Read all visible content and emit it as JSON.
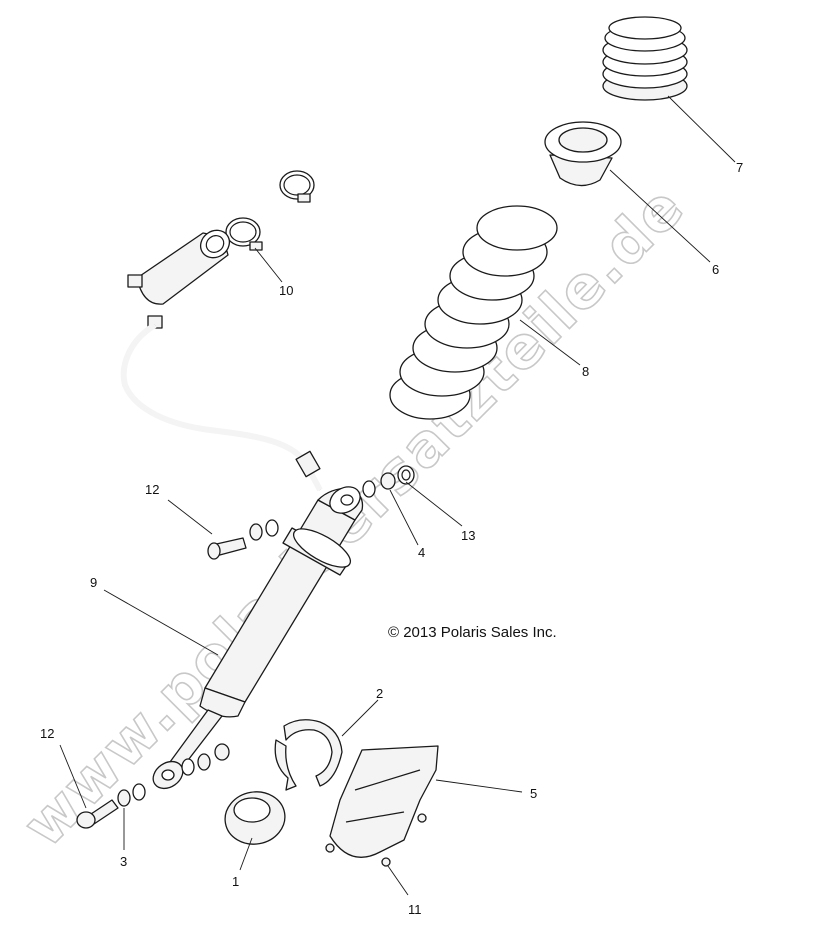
{
  "copyright": "© 2013 Polaris Sales Inc.",
  "watermark": "www.polarisersatzteile.de",
  "callouts": {
    "c1": "1",
    "c2": "2",
    "c3": "3",
    "c4": "4",
    "c5": "5",
    "c6": "6",
    "c7": "7",
    "c8": "8",
    "c9": "9",
    "c10": "10",
    "c11": "11",
    "c12a": "12",
    "c12b": "12",
    "c13": "13"
  },
  "colors": {
    "line": "#1a1a1a",
    "part_fill": "#f4f4f4",
    "watermark": "#c8c8c8",
    "background": "#ffffff"
  }
}
